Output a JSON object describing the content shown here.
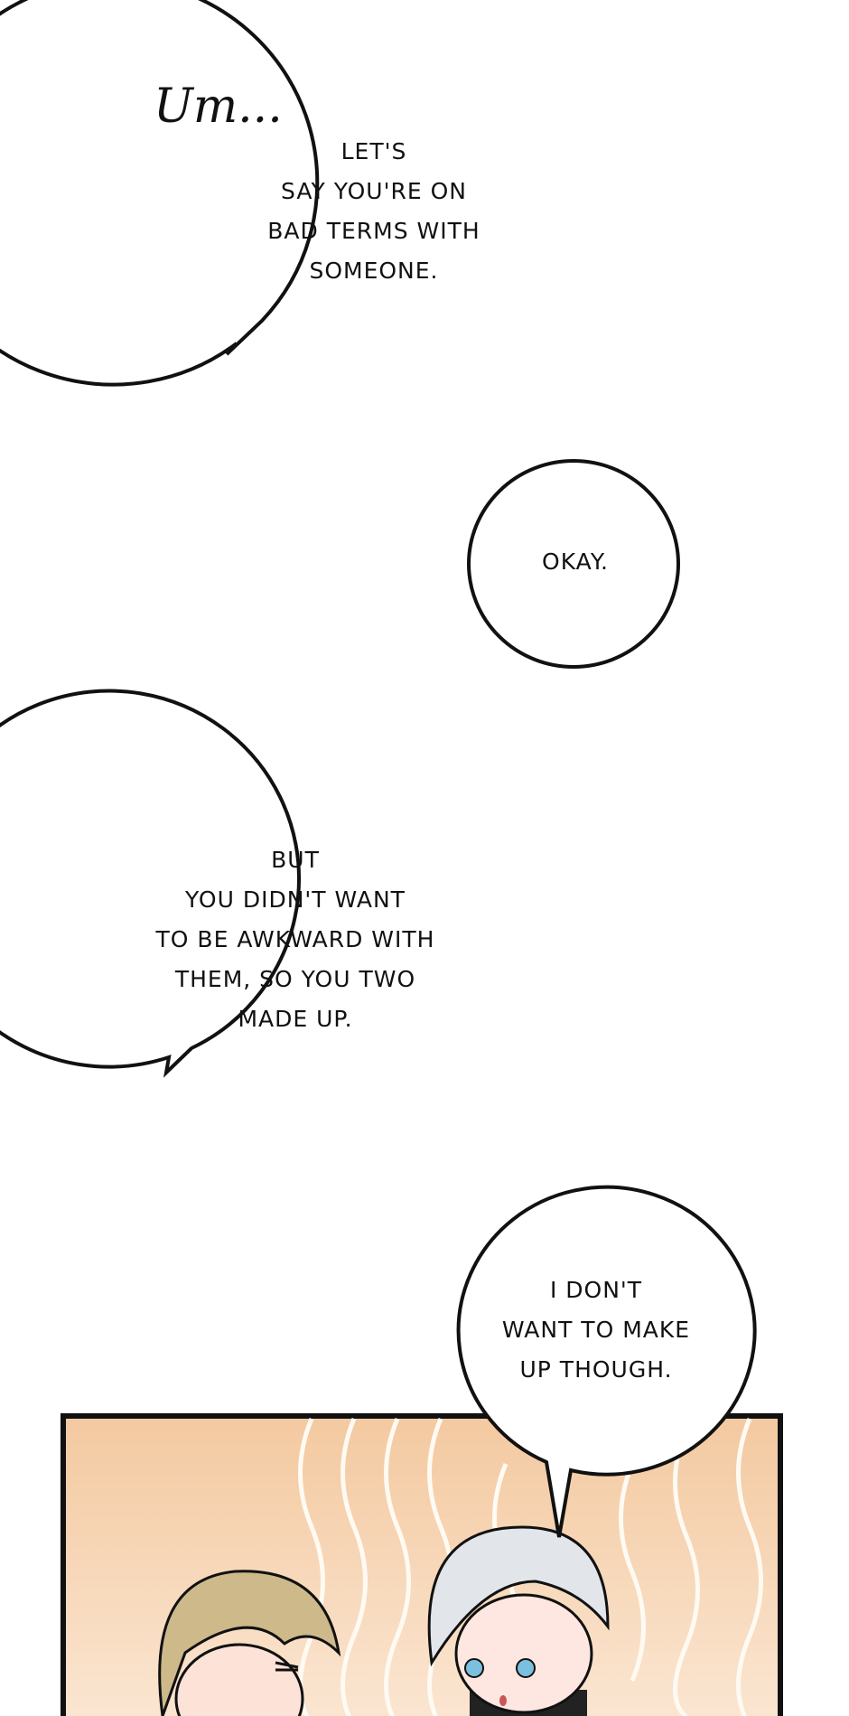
{
  "sfx": "Um...",
  "bubbles": [
    {
      "lines": [
        "LET'S",
        "SAY YOU'RE ON",
        "BAD TERMS WITH",
        "SOMEONE."
      ]
    },
    {
      "lines": [
        "OKAY."
      ]
    },
    {
      "lines": [
        "BUT",
        "YOU DIDN'T WANT",
        "TO BE AWKWARD WITH",
        "THEM, SO YOU TWO",
        "MADE UP."
      ]
    },
    {
      "lines": [
        "I DON'T",
        "WANT TO MAKE",
        "UP THOUGH."
      ]
    }
  ],
  "colors": {
    "panel_bg_top": "#f3c9a0",
    "panel_bg_bottom": "#fbe6d2",
    "ink": "#111111"
  }
}
